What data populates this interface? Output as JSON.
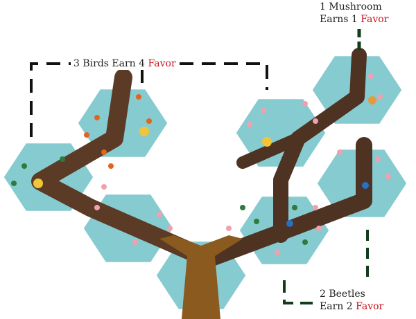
{
  "labels": {
    "birds": {
      "pre": "3 Birds Earn 4",
      "favor": "Favor"
    },
    "mushroom": {
      "line1": "1 Mushroom",
      "pre": "Earns 1",
      "favor": "Favor"
    },
    "beetles": {
      "line1": "2 Beetles",
      "pre": "Earn 2",
      "favor": "Favor"
    }
  },
  "colors": {
    "tile": "#86cbd0",
    "branch": "#5b3a26",
    "trunk": "#8a5a1e",
    "favor": "#c8141e",
    "bracket_dark": "#111111",
    "bracket_green": "#123d1d"
  }
}
